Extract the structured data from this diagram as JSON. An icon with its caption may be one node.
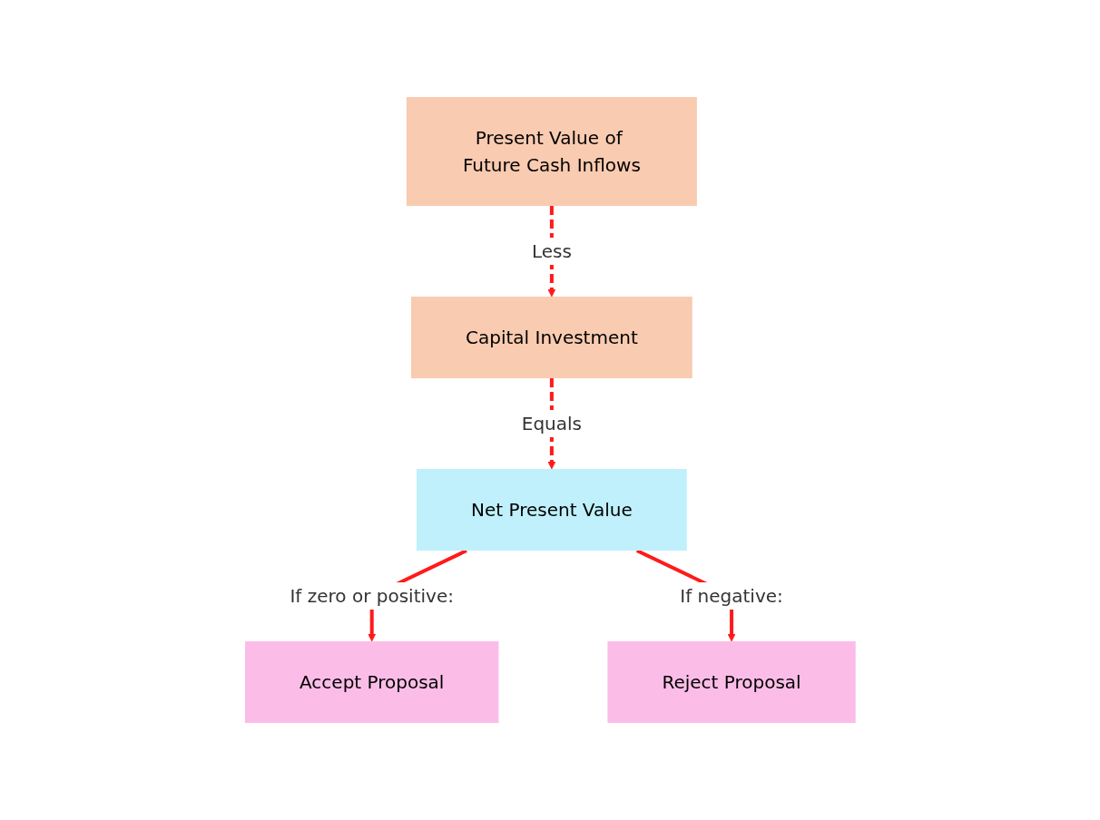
{
  "diagram": {
    "nodes": [
      {
        "text": [
          "Present Value of Future Cash Inflows"
        ]
      },
      {
        "text": [
          "Capital Investment"
        ]
      },
      {
        "text": [
          "Net Present Value"
        ]
      },
      {
        "text": [
          "Accept Proposal"
        ]
      },
      {
        "text": [
          "Reject Proposal"
        ]
      }
    ],
    "edges": [
      {
        "from": 0,
        "to": 1,
        "label": "Less",
        "arrow": "to",
        "style": "dashed"
      },
      {
        "from": 1,
        "to": 2,
        "label": "Equals",
        "arrow": "to",
        "style": "dashed"
      },
      {
        "from": 2,
        "to": 3,
        "label": "If zero or positive:",
        "arrow": "to"
      },
      {
        "from": 2,
        "to": 4,
        "label": "If negative:",
        "arrow": "to"
      }
    ]
  }
}
